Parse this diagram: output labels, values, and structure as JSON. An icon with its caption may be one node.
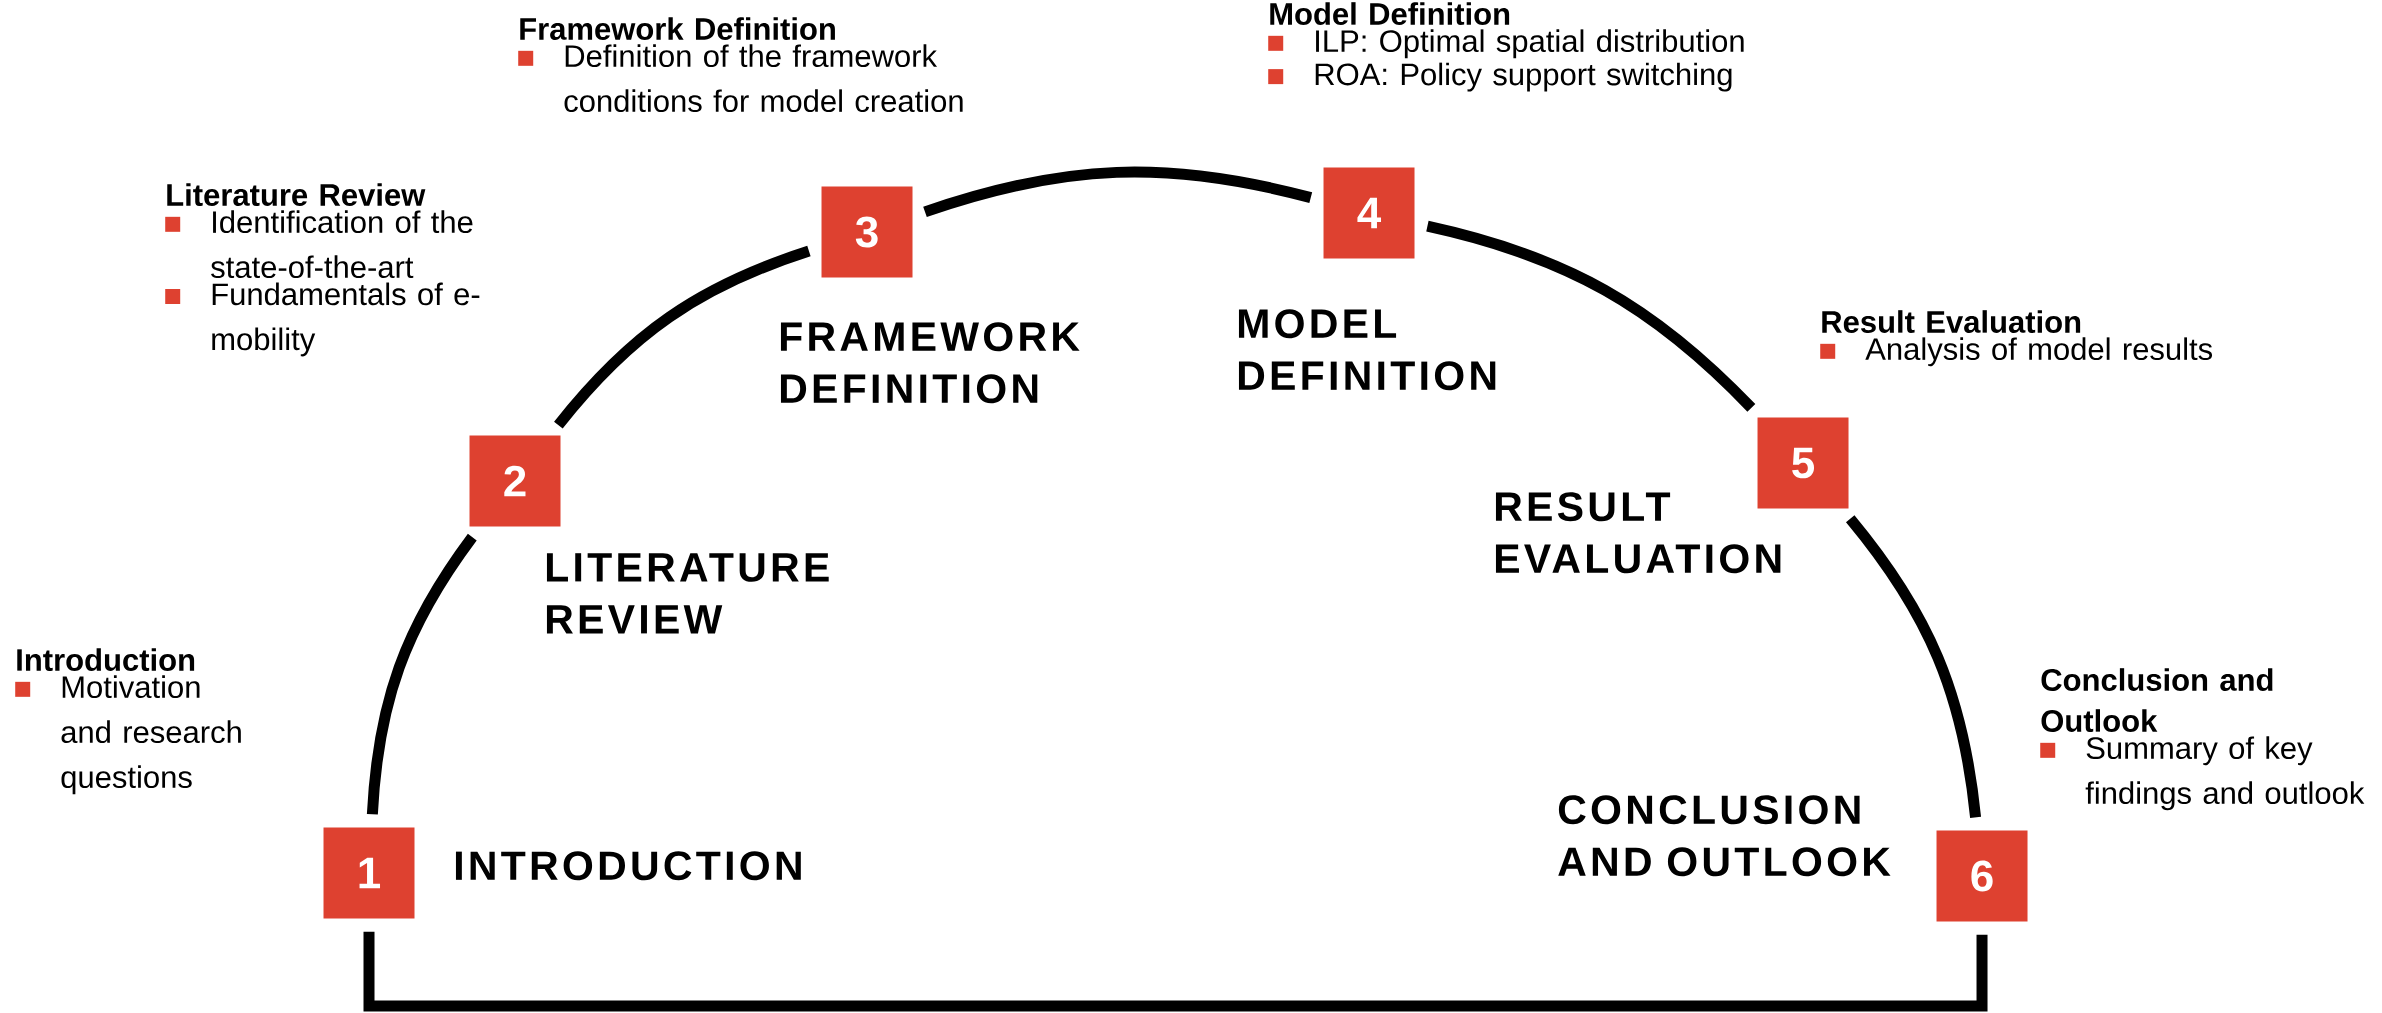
{
  "diagram": {
    "nodes": [
      {
        "text": [
          "1"
        ],
        "beside": [
          "INTRODUCTION",
          "Introduction",
          "Motivation and research questions"
        ]
      },
      {
        "text": [
          "2"
        ],
        "beside": [
          "LITERATURE REVIEW",
          "Literature Review",
          "Identification of the state-of-the-art",
          "Fundamentals of e-mobility"
        ]
      },
      {
        "text": [
          "3"
        ],
        "beside": [
          "FRAMEWORK DEFINITION",
          "Framework Definition",
          "Definition of the framework conditions for model creation"
        ]
      },
      {
        "text": [
          "4"
        ],
        "beside": [
          "MODEL DEFINITION",
          "Model Definition",
          "ILP: Optimal spatial distribution",
          "ROA: Policy support switching"
        ]
      },
      {
        "text": [
          "5"
        ],
        "beside": [
          "RESULT EVALUATION",
          "Result Evaluation",
          "Analysis of model results"
        ]
      },
      {
        "text": [
          "6"
        ],
        "beside": [
          "CONCLUSION AND OUTLOOK",
          "Conclusion and Outlook",
          "Summary of key findings and outlook"
        ]
      }
    ],
    "edges": [
      {
        "from": 0,
        "to": 1,
        "arrow": "none"
      },
      {
        "from": 1,
        "to": 2,
        "arrow": "none"
      },
      {
        "from": 2,
        "to": 3,
        "arrow": "none"
      },
      {
        "from": 3,
        "to": 4,
        "arrow": "none"
      },
      {
        "from": 4,
        "to": 5,
        "arrow": "none"
      },
      {
        "from": 5,
        "to": 0,
        "arrow": "none"
      }
    ]
  }
}
